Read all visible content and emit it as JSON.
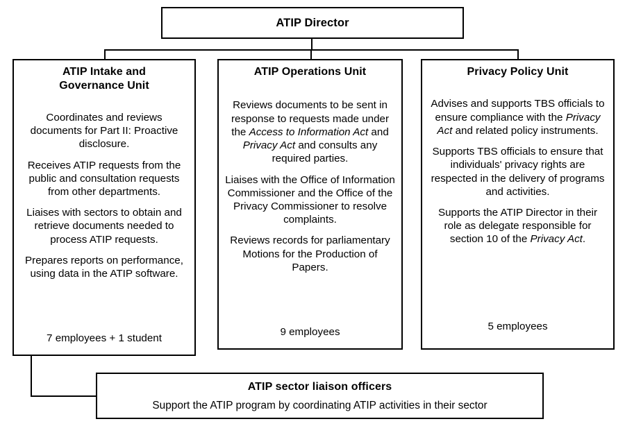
{
  "diagram": {
    "title": "ATIP Director organizational structure",
    "colors": {
      "line": "#000000",
      "background": "#ffffff",
      "text": "#000000"
    }
  },
  "director": {
    "title": "ATIP Director"
  },
  "units": [
    {
      "id": "intake",
      "title_line1": "ATIP Intake and",
      "title_line2": "Governance Unit",
      "paragraphs": [
        "Coordinates and reviews documents for Part II: Proactive disclosure.",
        "Receives ATIP requests from the public and consultation requests from other departments.",
        "Liaises with sectors to obtain and retrieve documents needed to process ATIP requests.",
        "Prepares reports on performance, using data in the ATIP software."
      ],
      "count": "7 employees + 1 student"
    },
    {
      "id": "operations",
      "title_line1": "ATIP Operations Unit",
      "title_line2": "",
      "paragraphs": [
        "Reviews documents to be sent in response to requests made under the Access to Information Act and Privacy Act and consults any required parties.",
        "Liaises with the Office of Information Commissioner and the Office of the Privacy Commissioner to resolve complaints.",
        "Reviews records for parliamentary Motions for the Production of Papers."
      ],
      "count": "9 employees"
    },
    {
      "id": "privacy",
      "title_line1": "Privacy Policy Unit",
      "title_line2": "",
      "paragraphs": [
        "Advises and supports TBS officials to ensure compliance with the Privacy Act and related policy instruments.",
        "Supports TBS officials to ensure that individuals' privacy rights are respected in the delivery of programs and activities.",
        "Supports the ATIP Director in their role as delegate responsible for section 10 of the Privacy Act."
      ],
      "count": "5 employees"
    }
  ],
  "liaison": {
    "title": "ATIP sector liaison officers",
    "description": "Support the ATIP program by coordinating ATIP activities in their sector"
  },
  "italic_terms": [
    "Access to Information Act",
    "Privacy Act"
  ]
}
